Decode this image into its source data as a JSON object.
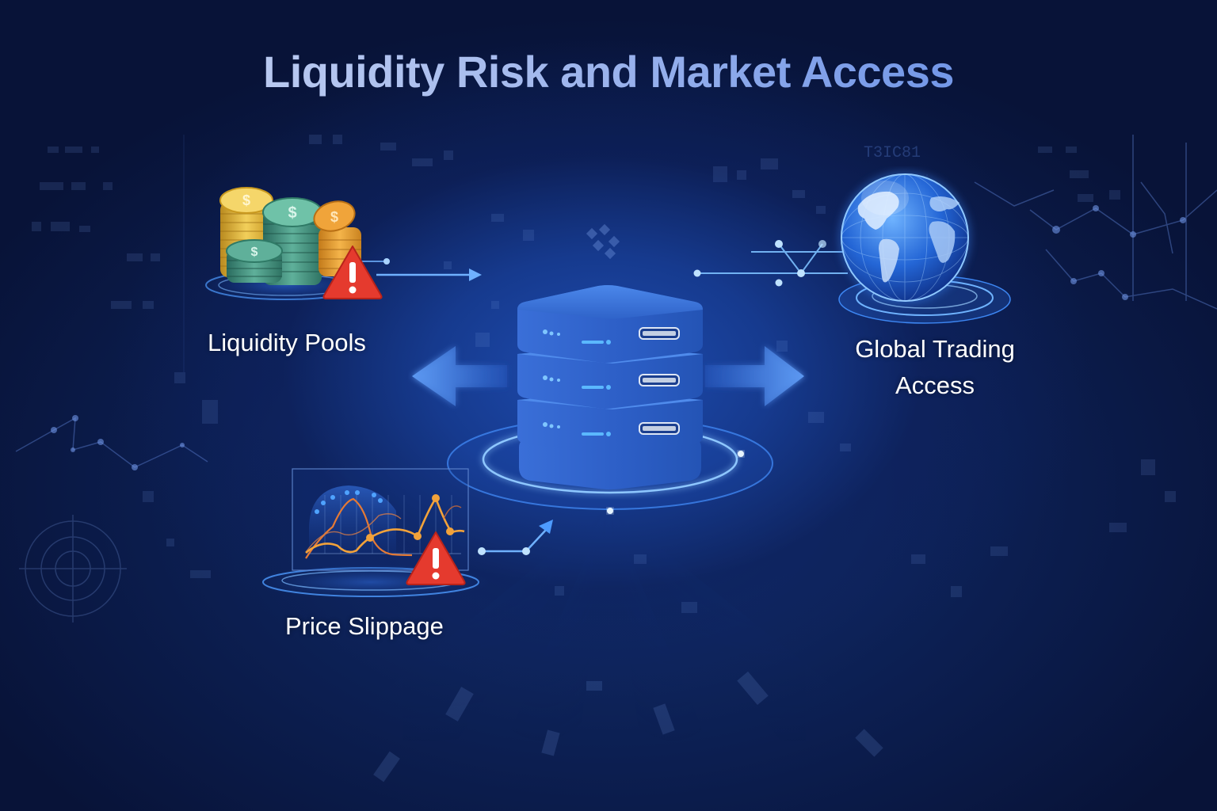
{
  "title": "Liquidity Risk and Market Access",
  "colors": {
    "background_dark": "#07102e",
    "background_glow": "#1e4cb0",
    "accent_blue": "#4a8ef0",
    "title_gradient_start": "#c9d6f3",
    "title_gradient_end": "#5a86e3",
    "warning_red": "#e53a2e",
    "coin_gold": "#e2b53a",
    "coin_green": "#3f8f7e",
    "chart_orange": "#f2a23a"
  },
  "nodes": {
    "liquidity_pools": {
      "label": "Liquidity Pools",
      "icon": "coin-stacks-icon",
      "badge": "warning-triangle-icon",
      "badge_text": "!"
    },
    "central_server": {
      "icon": "server-stack-icon",
      "units": 3,
      "arrows": [
        "arrow-left-icon",
        "arrow-right-icon"
      ]
    },
    "global_trading_access": {
      "label_line1": "Global Trading",
      "label_line2": "Access",
      "icon": "globe-icon"
    },
    "price_slippage": {
      "label": "Price Slippage",
      "icon": "volatile-line-chart-icon",
      "badge": "warning-triangle-icon",
      "badge_text": "!"
    }
  },
  "connectors": [
    {
      "from": "liquidity_pools",
      "to": "central_server",
      "type": "arrow-right"
    },
    {
      "from": "central_server",
      "to": "global_trading_access",
      "type": "network-lines"
    },
    {
      "from": "price_slippage",
      "to": "central_server",
      "type": "arrow-up-right"
    }
  ]
}
